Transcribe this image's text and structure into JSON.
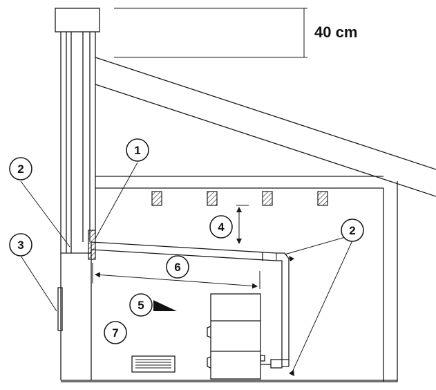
{
  "dimension_label": "40 cm",
  "callouts": [
    {
      "id": "callout-1",
      "label": "1"
    },
    {
      "id": "callout-2-left",
      "label": "2"
    },
    {
      "id": "callout-2-right",
      "label": "2"
    },
    {
      "id": "callout-3",
      "label": "3"
    },
    {
      "id": "callout-4",
      "label": "4"
    },
    {
      "id": "callout-5",
      "label": "5"
    },
    {
      "id": "callout-6",
      "label": "6"
    },
    {
      "id": "callout-7",
      "label": "7"
    }
  ],
  "colors": {
    "line": "#1a1a1a",
    "background": "#ffffff"
  }
}
